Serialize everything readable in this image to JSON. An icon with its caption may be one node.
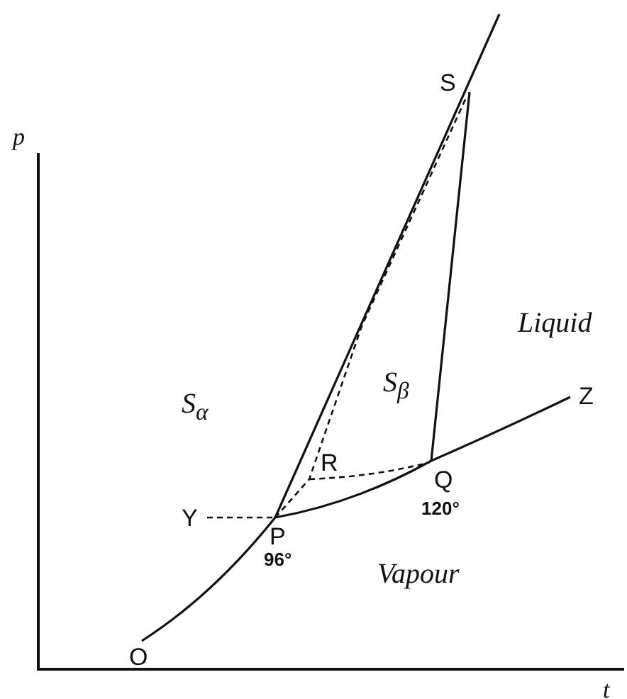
{
  "diagram": {
    "labels": [
      "p",
      "S",
      "Liquid",
      "S$_{β}$",
      "S$_{α}$",
      "Z",
      "R",
      "Q",
      "120°",
      "Y",
      "P",
      "96°",
      "Vapour",
      "O",
      "t"
    ]
  }
}
